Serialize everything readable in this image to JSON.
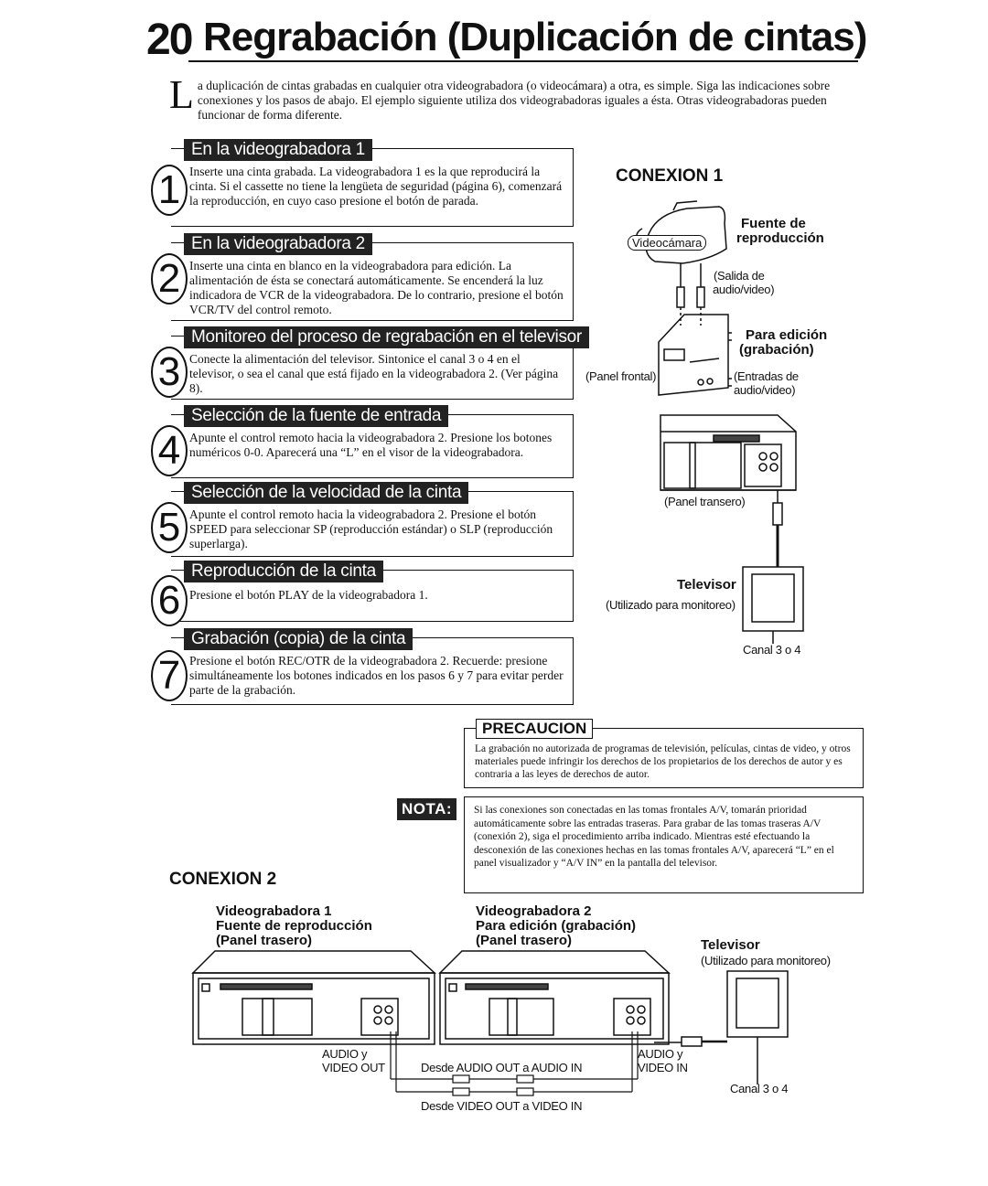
{
  "header": {
    "page_number": "20",
    "title": "Regrabación (Duplicación de cintas)"
  },
  "intro": {
    "dropcap": "L",
    "text": "a duplicación de cintas grabadas en cualquier otra videograbadora (o videocámara) a otra, es simple. Siga las indicaciones sobre conexiones y los pasos de abajo. El ejemplo siguiente utiliza dos videograbadoras iguales a ésta. Otras videograbadoras pueden funcionar de forma diferente."
  },
  "steps": [
    {
      "num": "1",
      "title": "En la videograbadora 1",
      "text": "Inserte una cinta grabada. La videograbadora 1 es la que reproducirá la cinta. Si el cassette no tiene la lengüeta de seguridad (página 6), comenzará la reproducción, en cuyo caso presione el botón de parada."
    },
    {
      "num": "2",
      "title": "En la videograbadora 2",
      "text": "Inserte una cinta en blanco en la videograbadora para edición. La alimentación de ésta se conectará automáticamente. Se encenderá la luz indicadora de VCR de la videograbadora. De lo contrario, presione el botón VCR/TV del control remoto."
    },
    {
      "num": "3",
      "title": "Monitoreo del proceso de regrabación en el televisor",
      "text": "Conecte la alimentación del televisor. Sintonice el canal 3 o 4 en el televisor, o sea el canal que está fijado en la videograbadora 2. (Ver página 8)."
    },
    {
      "num": "4",
      "title": "Selección de la fuente de entrada",
      "text": "Apunte el control remoto hacia la videograbadora 2. Presione los botones numéricos 0-0. Aparecerá una “L” en el visor de la videograbadora."
    },
    {
      "num": "5",
      "title": "Selección de la velocidad de la cinta",
      "text": "Apunte el control remoto hacia la videograbadora 2. Presione el botón SPEED para seleccionar SP (reproducción estándar) o SLP (reproducción superlarga)."
    },
    {
      "num": "6",
      "title": "Reproducción de la cinta",
      "text": "Presione el botón PLAY de la videograbadora 1."
    },
    {
      "num": "7",
      "title": "Grabación (copia) de la cinta",
      "text": "Presione el botón REC/OTR de la videograbadora 2. Recuerde: presione simultáneamente los botones indicados en los pasos 6 y 7 para evitar perder parte de la grabación."
    }
  ],
  "conexion1": {
    "title": "CONEXION 1",
    "camcorder": "Videocámara",
    "source_label_1": "Fuente de",
    "source_label_2": "reproducción",
    "av_out_1": "(Salida de",
    "av_out_2": "audio/video)",
    "edit_label_1": "Para edición",
    "edit_label_2": "(grabación)",
    "front_panel": "(Panel frontal)",
    "av_in_1": "(Entradas de",
    "av_in_2": "audio/video)",
    "rear_panel": "(Panel transero)",
    "tv": "Televisor",
    "tv_note": "(Utilizado para monitoreo)",
    "channel": "Canal 3 o 4"
  },
  "caution": {
    "title": "PRECAUCION",
    "text": "La grabación no autorizada de programas de televisión, películas, cintas de video, y otros materiales puede infringir los derechos de los propietarios de los derechos de autor y es contraria a las leyes de derechos de autor."
  },
  "note": {
    "label": "NOTA:",
    "text": "Si las conexiones son conectadas en las tomas frontales A/V, tomarán prioridad automáticamente sobre las entradas traseras. Para grabar de las tomas traseras A/V (conexión 2), siga el procedimiento arriba indicado. Mientras esté efectuando la desconexión de las conexiones hechas en las tomas frontales A/V, aparecerá “L” en el panel visualizador y “A/V IN” en la pantalla del televisor."
  },
  "conexion2": {
    "title": "CONEXION 2",
    "vcr1_l1": "Videograbadora 1",
    "vcr1_l2": "Fuente de reproducción",
    "vcr1_l3": "(Panel trasero)",
    "vcr2_l1": "Videograbadora 2",
    "vcr2_l2": "Para edición (grabación)",
    "vcr2_l3": "(Panel trasero)",
    "tv": "Televisor",
    "tv_note": "(Utilizado para monitoreo)",
    "out_1": "AUDIO y",
    "out_2": "VIDEO OUT",
    "in_1": "AUDIO y",
    "in_2": "VIDEO IN",
    "audio_link": "Desde AUDIO OUT a AUDIO IN",
    "video_link": "Desde VIDEO OUT a VIDEO IN",
    "channel": "Canal 3 o 4"
  }
}
